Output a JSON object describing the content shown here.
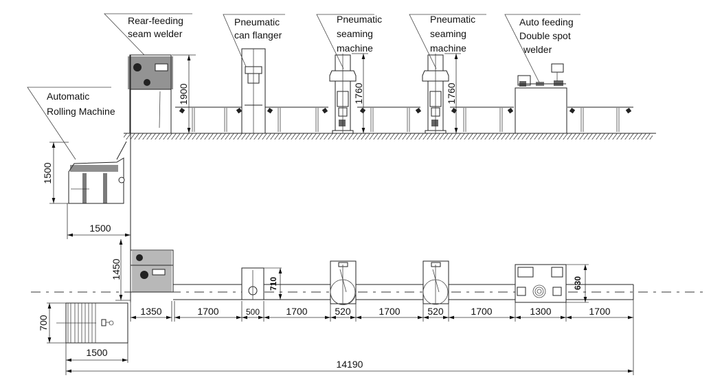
{
  "title": "Can production line layout",
  "machines": {
    "rear_feeding_seam_welder": [
      "Rear-feeding",
      "seam welder"
    ],
    "pneumatic_can_flanger": [
      "Pneumatic",
      "can flanger"
    ],
    "pneumatic_seaming_machine_1": [
      "Pneumatic",
      "seaming",
      "machine"
    ],
    "pneumatic_seaming_machine_2": [
      "Pneumatic",
      "seaming",
      "machine"
    ],
    "auto_feeding_double_spot_welder": [
      "Auto feeding",
      "Double spot",
      "welder"
    ],
    "automatic_rolling_machine": [
      "Automatic",
      "Rolling Machine"
    ]
  },
  "elevation_dimensions": {
    "seam_welder_height": "1900",
    "seaming_machine_1_height": "1760",
    "seaming_machine_2_height": "1760",
    "rolling_machine_height": "1500",
    "rolling_machine_width": "1500"
  },
  "plan_dimensions": {
    "seam_welder_depth": "1450",
    "feeder_depth": "700",
    "feeder_width": "1500",
    "segments": [
      "1350",
      "1700",
      "500",
      "1700",
      "520",
      "1700",
      "520",
      "1700",
      "1300",
      "1700"
    ],
    "flanger_side": "710",
    "spot_welder_side": "630",
    "total_length": "14190"
  }
}
